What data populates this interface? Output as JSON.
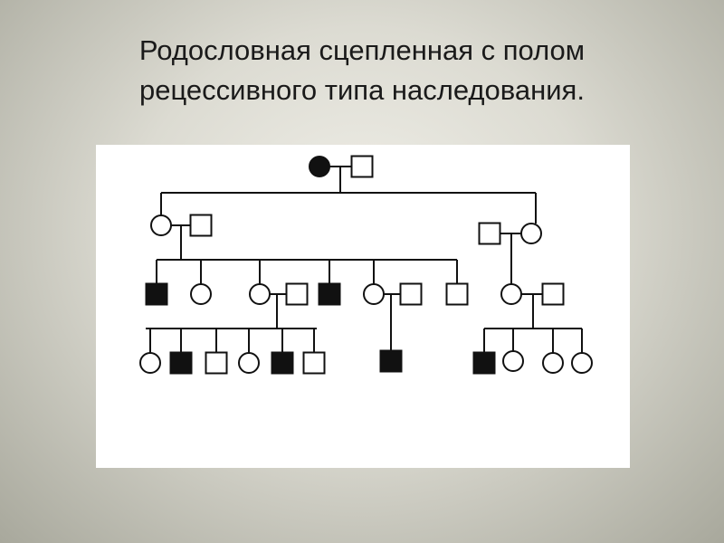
{
  "slide": {
    "title_line1": "Родословная сцепленная с полом",
    "title_line2": "рецессивного типа наследования."
  },
  "pedigree": {
    "colors": {
      "affected": "#111111",
      "unaffected": "#ffffff",
      "line": "#111111"
    },
    "generations": [
      {
        "generation": 1,
        "members": [
          {
            "id": "g1-f",
            "sex": "female",
            "affected": true
          },
          {
            "id": "g1-m",
            "sex": "male",
            "affected": false
          }
        ]
      },
      {
        "generation": 2,
        "members": [
          {
            "id": "g2-f1",
            "sex": "female",
            "affected": false,
            "parents": "g1"
          },
          {
            "id": "g2-m1",
            "sex": "male",
            "affected": false,
            "spouse_of": "g2-f1"
          },
          {
            "id": "g2-m2",
            "sex": "male",
            "affected": false,
            "spouse_of": "g2-f2"
          },
          {
            "id": "g2-f2",
            "sex": "female",
            "affected": false,
            "parents": "g1"
          }
        ]
      },
      {
        "generation": 3,
        "members": [
          {
            "id": "g3-m1",
            "sex": "male",
            "affected": true
          },
          {
            "id": "g3-f1",
            "sex": "female",
            "affected": false
          },
          {
            "id": "g3-f2",
            "sex": "female",
            "affected": false
          },
          {
            "id": "g3-m2",
            "sex": "male",
            "affected": false,
            "spouse_of": "g3-f2"
          },
          {
            "id": "g3-m3",
            "sex": "male",
            "affected": true
          },
          {
            "id": "g3-f3",
            "sex": "female",
            "affected": false
          },
          {
            "id": "g3-m4",
            "sex": "male",
            "affected": false,
            "spouse_of": "g3-f3"
          },
          {
            "id": "g3-m5",
            "sex": "male",
            "affected": false
          },
          {
            "id": "g3-f4",
            "sex": "female",
            "affected": false
          },
          {
            "id": "g3-m6",
            "sex": "male",
            "affected": false,
            "spouse_of": "g3-f4"
          }
        ]
      },
      {
        "generation": 4,
        "members": [
          {
            "id": "g4-f1",
            "sex": "female",
            "affected": false
          },
          {
            "id": "g4-m1",
            "sex": "male",
            "affected": true
          },
          {
            "id": "g4-m2",
            "sex": "male",
            "affected": false
          },
          {
            "id": "g4-f2",
            "sex": "female",
            "affected": false
          },
          {
            "id": "g4-m3",
            "sex": "male",
            "affected": true
          },
          {
            "id": "g4-m4",
            "sex": "male",
            "affected": false
          },
          {
            "id": "g4-m5",
            "sex": "male",
            "affected": true
          },
          {
            "id": "g4-m6",
            "sex": "male",
            "affected": true
          },
          {
            "id": "g4-f3",
            "sex": "female",
            "affected": false
          },
          {
            "id": "g4-f4",
            "sex": "female",
            "affected": false
          },
          {
            "id": "g4-f5",
            "sex": "female",
            "affected": false
          }
        ]
      }
    ]
  }
}
